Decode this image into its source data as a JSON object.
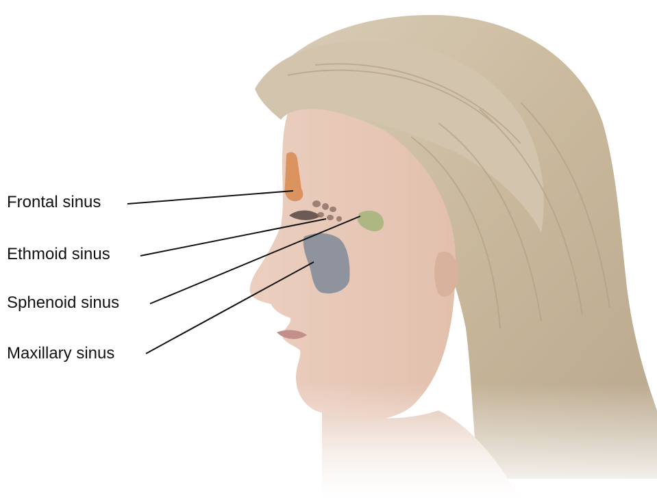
{
  "labels": {
    "frontal": "Frontal sinus",
    "ethmoid": "Ethmoid sinus",
    "sphenoid": "Sphenoid sinus",
    "maxillary": "Maxillary sinus"
  },
  "colors": {
    "frontal_sinus": "#d8884f",
    "ethmoid_sinus": "#8a6f64",
    "sphenoid_sinus": "#a7b47c",
    "maxillary_sinus": "#7f8a99",
    "skin": "#e6c6b4",
    "hair": "#cdbfa8",
    "leader_line": "#111111"
  }
}
